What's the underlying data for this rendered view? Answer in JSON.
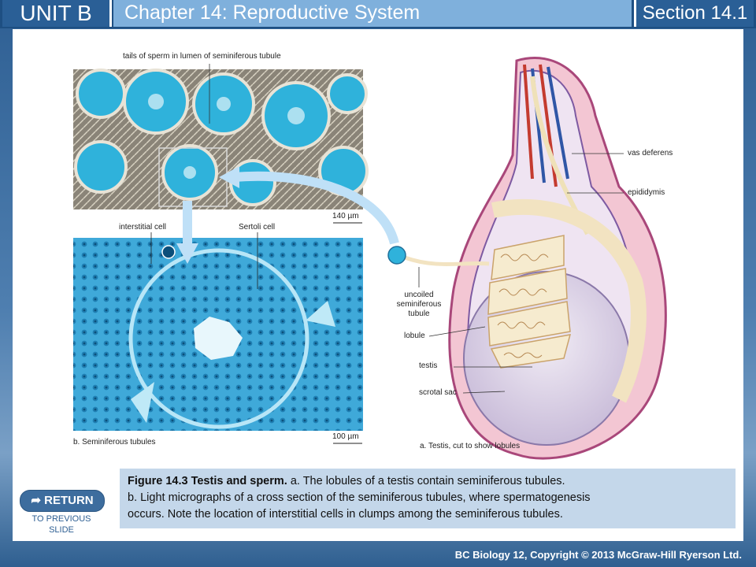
{
  "header": {
    "unit": "UNIT B",
    "chapter": "Chapter 14: Reproductive System",
    "section": "Section 14.1"
  },
  "figure": {
    "top_micro_label": "tails of sperm in lumen of seminiferous tubule",
    "top_scale": "140 µm",
    "interstitial_label": "interstitial cell",
    "sertoli_label": "Sertoli cell",
    "bottom_scale": "100 µm",
    "panel_b_label": "b. Seminiferous tubules",
    "panel_a_label": "a. Testis, cut to show lobules",
    "vas_deferens": "vas deferens",
    "epididymis": "epididymis",
    "uncoiled_1": "uncoiled",
    "uncoiled_2": "seminiferous",
    "uncoiled_3": "tubule",
    "lobule": "lobule",
    "testis": "testis",
    "scrotal_sac": "scrotal sac"
  },
  "caption": {
    "bold": "Figure 14.3 Testis and sperm.",
    "line1_rest": " a. The lobules of a testis contain seminiferous tubules.",
    "line2": "b. Light micrographs of a cross section of the seminiferous tubules, where spermatogenesis",
    "line3": "occurs. Note the location of interstitial cells in clumps among the seminiferous tubules."
  },
  "return_button": {
    "label": "RETURN",
    "sub1": "TO PREVIOUS",
    "sub2": "SLIDE"
  },
  "footer": {
    "text": "BC Biology 12, Copyright © 2013 McGraw-Hill Ryerson Ltd."
  }
}
